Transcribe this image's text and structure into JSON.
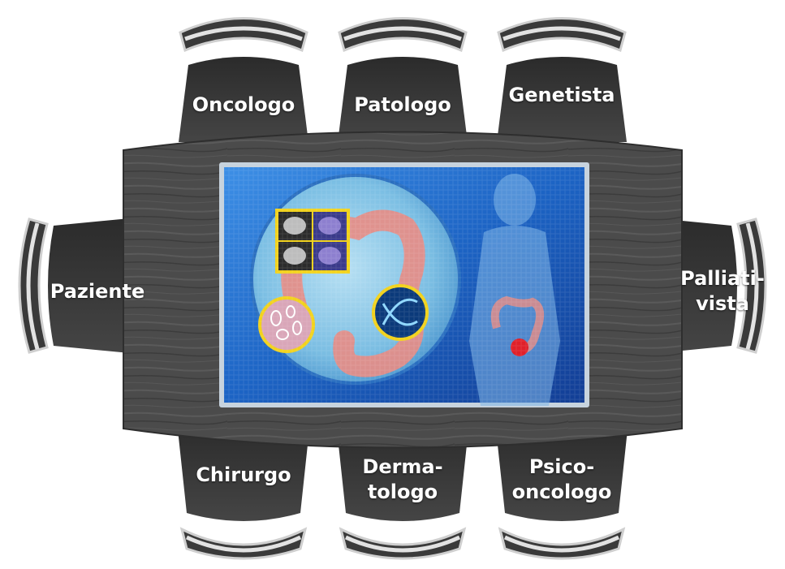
{
  "seats": {
    "top": [
      {
        "label": "Oncologo"
      },
      {
        "label": "Patologo"
      },
      {
        "label": "Genetista"
      }
    ],
    "bottom": [
      {
        "line1": "Chirurgo",
        "line2": ""
      },
      {
        "line1": "Derma-",
        "line2": "tologo"
      },
      {
        "line1": "Psico-",
        "line2": "oncologo"
      }
    ],
    "left": {
      "label": "Paziente"
    },
    "right": {
      "line1": "Palliati-",
      "line2": "vista"
    }
  },
  "colors": {
    "chair_back": "#3a3a3a",
    "chair_rim": "#c9c9c9",
    "table": "#4a4a4a",
    "screen_blue": "#1f6fd1",
    "screen_frame": "#b9c8d6",
    "panel_yellow": "#f2d21b",
    "tumor_red": "#e0202a",
    "colon_pink": "#e88c84"
  },
  "icons": {
    "screen": "medical-display-icon",
    "body": "human-body-icon",
    "tumor": "tumor-marker-icon",
    "ct": "ct-scan-icon",
    "histology": "histology-icon",
    "dna": "dna-icon"
  }
}
